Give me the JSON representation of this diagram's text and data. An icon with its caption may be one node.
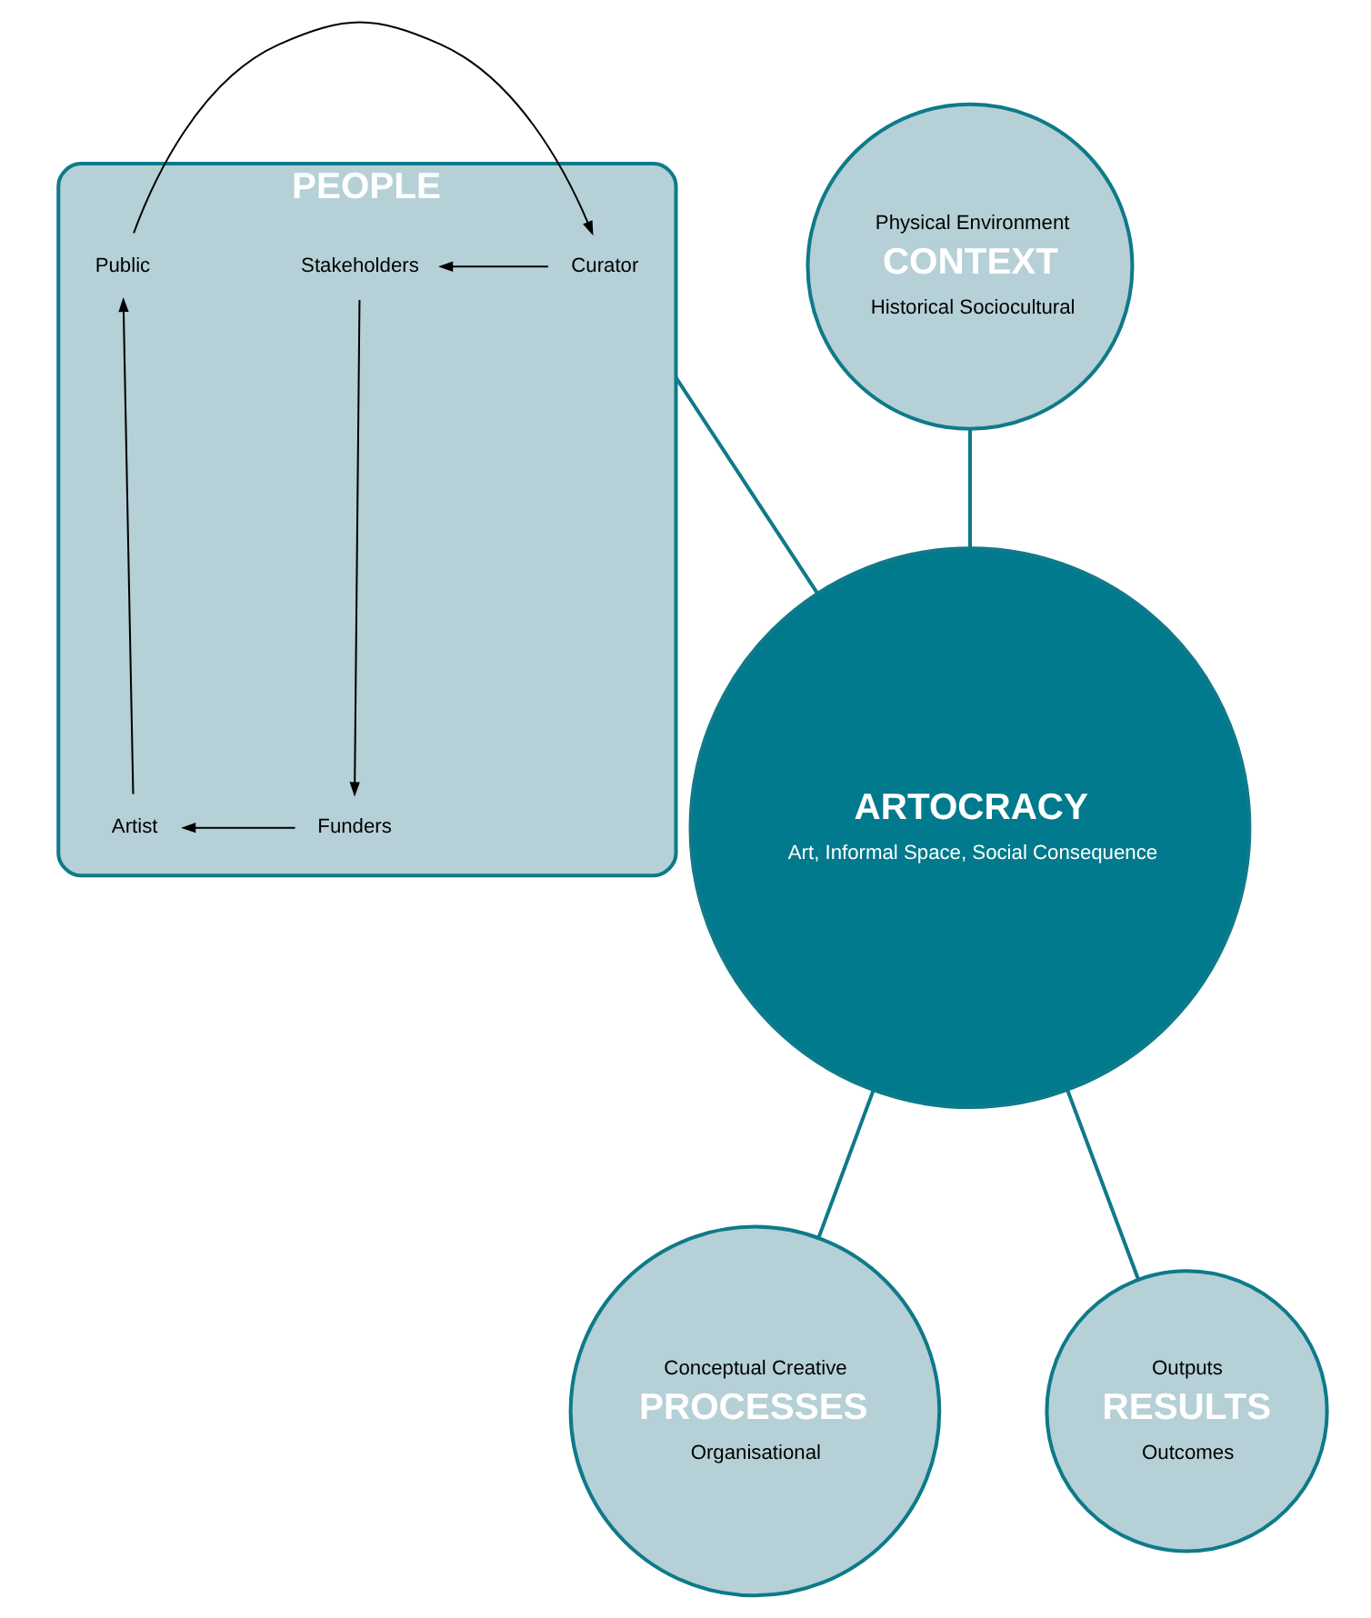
{
  "diagram": {
    "nodes": [
      {
        "text": [
          "PEOPLE"
        ]
      },
      {
        "text": [
          "Curator"
        ],
        "in": 0
      },
      {
        "text": [
          "Stakeholders"
        ],
        "in": 0
      },
      {
        "text": [
          "Funders"
        ],
        "in": 0
      },
      {
        "text": [
          "Artist"
        ],
        "in": 0
      },
      {
        "text": [
          "Public"
        ],
        "in": 0
      },
      {
        "text": [
          "Physical Environment",
          "CONTEXT",
          "Historical Sociocultural"
        ]
      },
      {
        "text": [
          "ARTOCRACY",
          "Art, Informal Space, Social Consequence"
        ]
      },
      {
        "text": [
          "Conceptual Creative",
          "PROCESSES",
          "Organisational"
        ]
      },
      {
        "text": [
          "Outputs",
          "RESULTS",
          "Outcomes"
        ]
      }
    ],
    "edges": [
      {
        "from": 1,
        "to": 2,
        "arrow": "to"
      },
      {
        "from": 2,
        "to": 3,
        "arrow": "to"
      },
      {
        "from": 3,
        "to": 4,
        "arrow": "to"
      },
      {
        "from": 4,
        "to": 5,
        "arrow": "to"
      },
      {
        "from": 5,
        "to": 1,
        "arrow": "to"
      },
      {
        "from": 0,
        "to": 7,
        "arrow": "none",
        "color": "#0e7a8a"
      },
      {
        "from": 6,
        "to": 7,
        "arrow": "none",
        "color": "#0e7a8a"
      },
      {
        "from": 7,
        "to": 8,
        "arrow": "none",
        "color": "#0e7a8a"
      },
      {
        "from": 7,
        "to": 9,
        "arrow": "none",
        "color": "#0e7a8a"
      }
    ]
  }
}
